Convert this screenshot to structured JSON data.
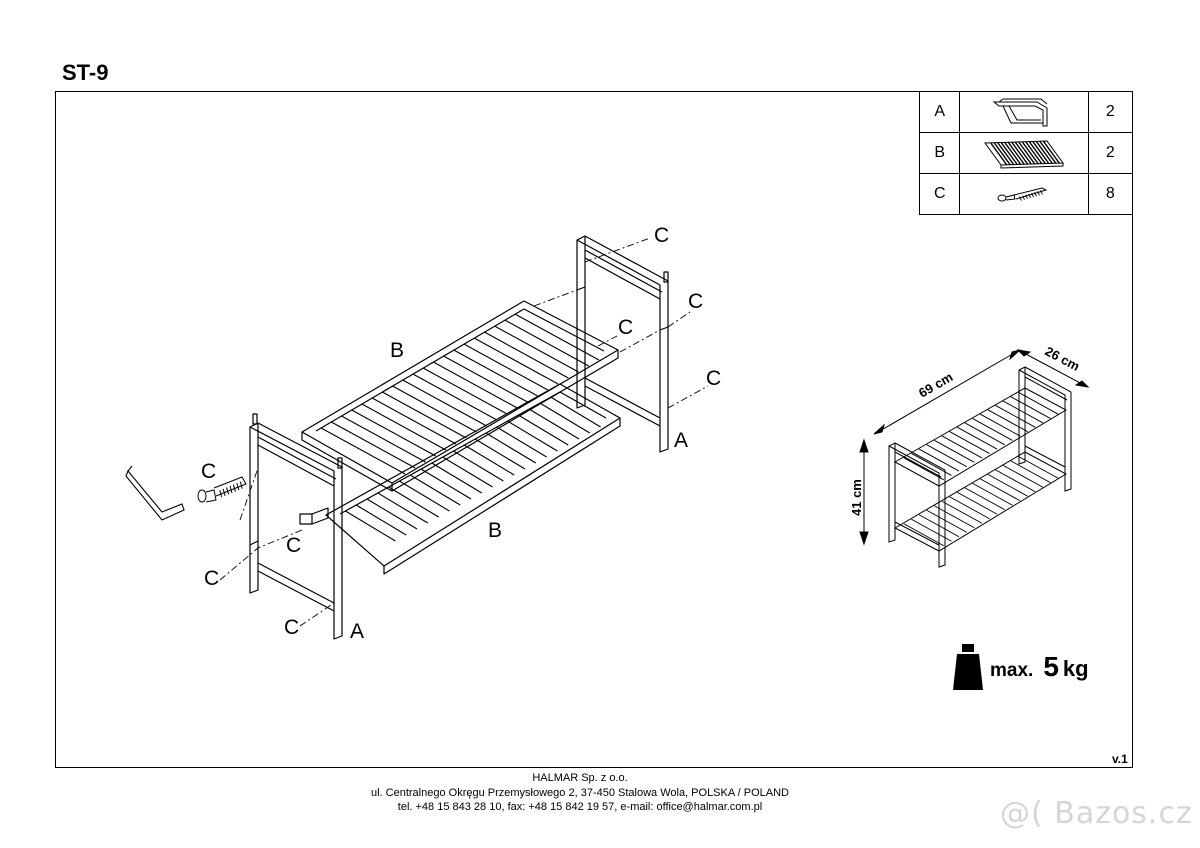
{
  "title": "ST-9",
  "parts": [
    {
      "code": "A",
      "qty": "2",
      "icon": "side-frame-icon"
    },
    {
      "code": "B",
      "qty": "2",
      "icon": "slatted-shelf-icon"
    },
    {
      "code": "C",
      "qty": "8",
      "icon": "screw-icon"
    }
  ],
  "callouts": {
    "a": "A",
    "b": "B",
    "c": "C"
  },
  "dimensions": {
    "width": "69 cm",
    "depth": "26 cm",
    "height": "41 cm"
  },
  "max_load": {
    "prefix": "max.",
    "value": "5",
    "unit": "kg"
  },
  "version": "v.1",
  "footer": {
    "company": "HALMAR Sp. z o.o.",
    "address": "ul. Centralnego Okręgu Przemysłowego 2, 37-450 Stalowa Wola, POLSKA / POLAND",
    "contact": "tel. +48 15 843 28 10, fax: +48 15 842 19 57, e-mail: office@halmar.com.pl"
  },
  "watermark": "@( Bazos.cz"
}
